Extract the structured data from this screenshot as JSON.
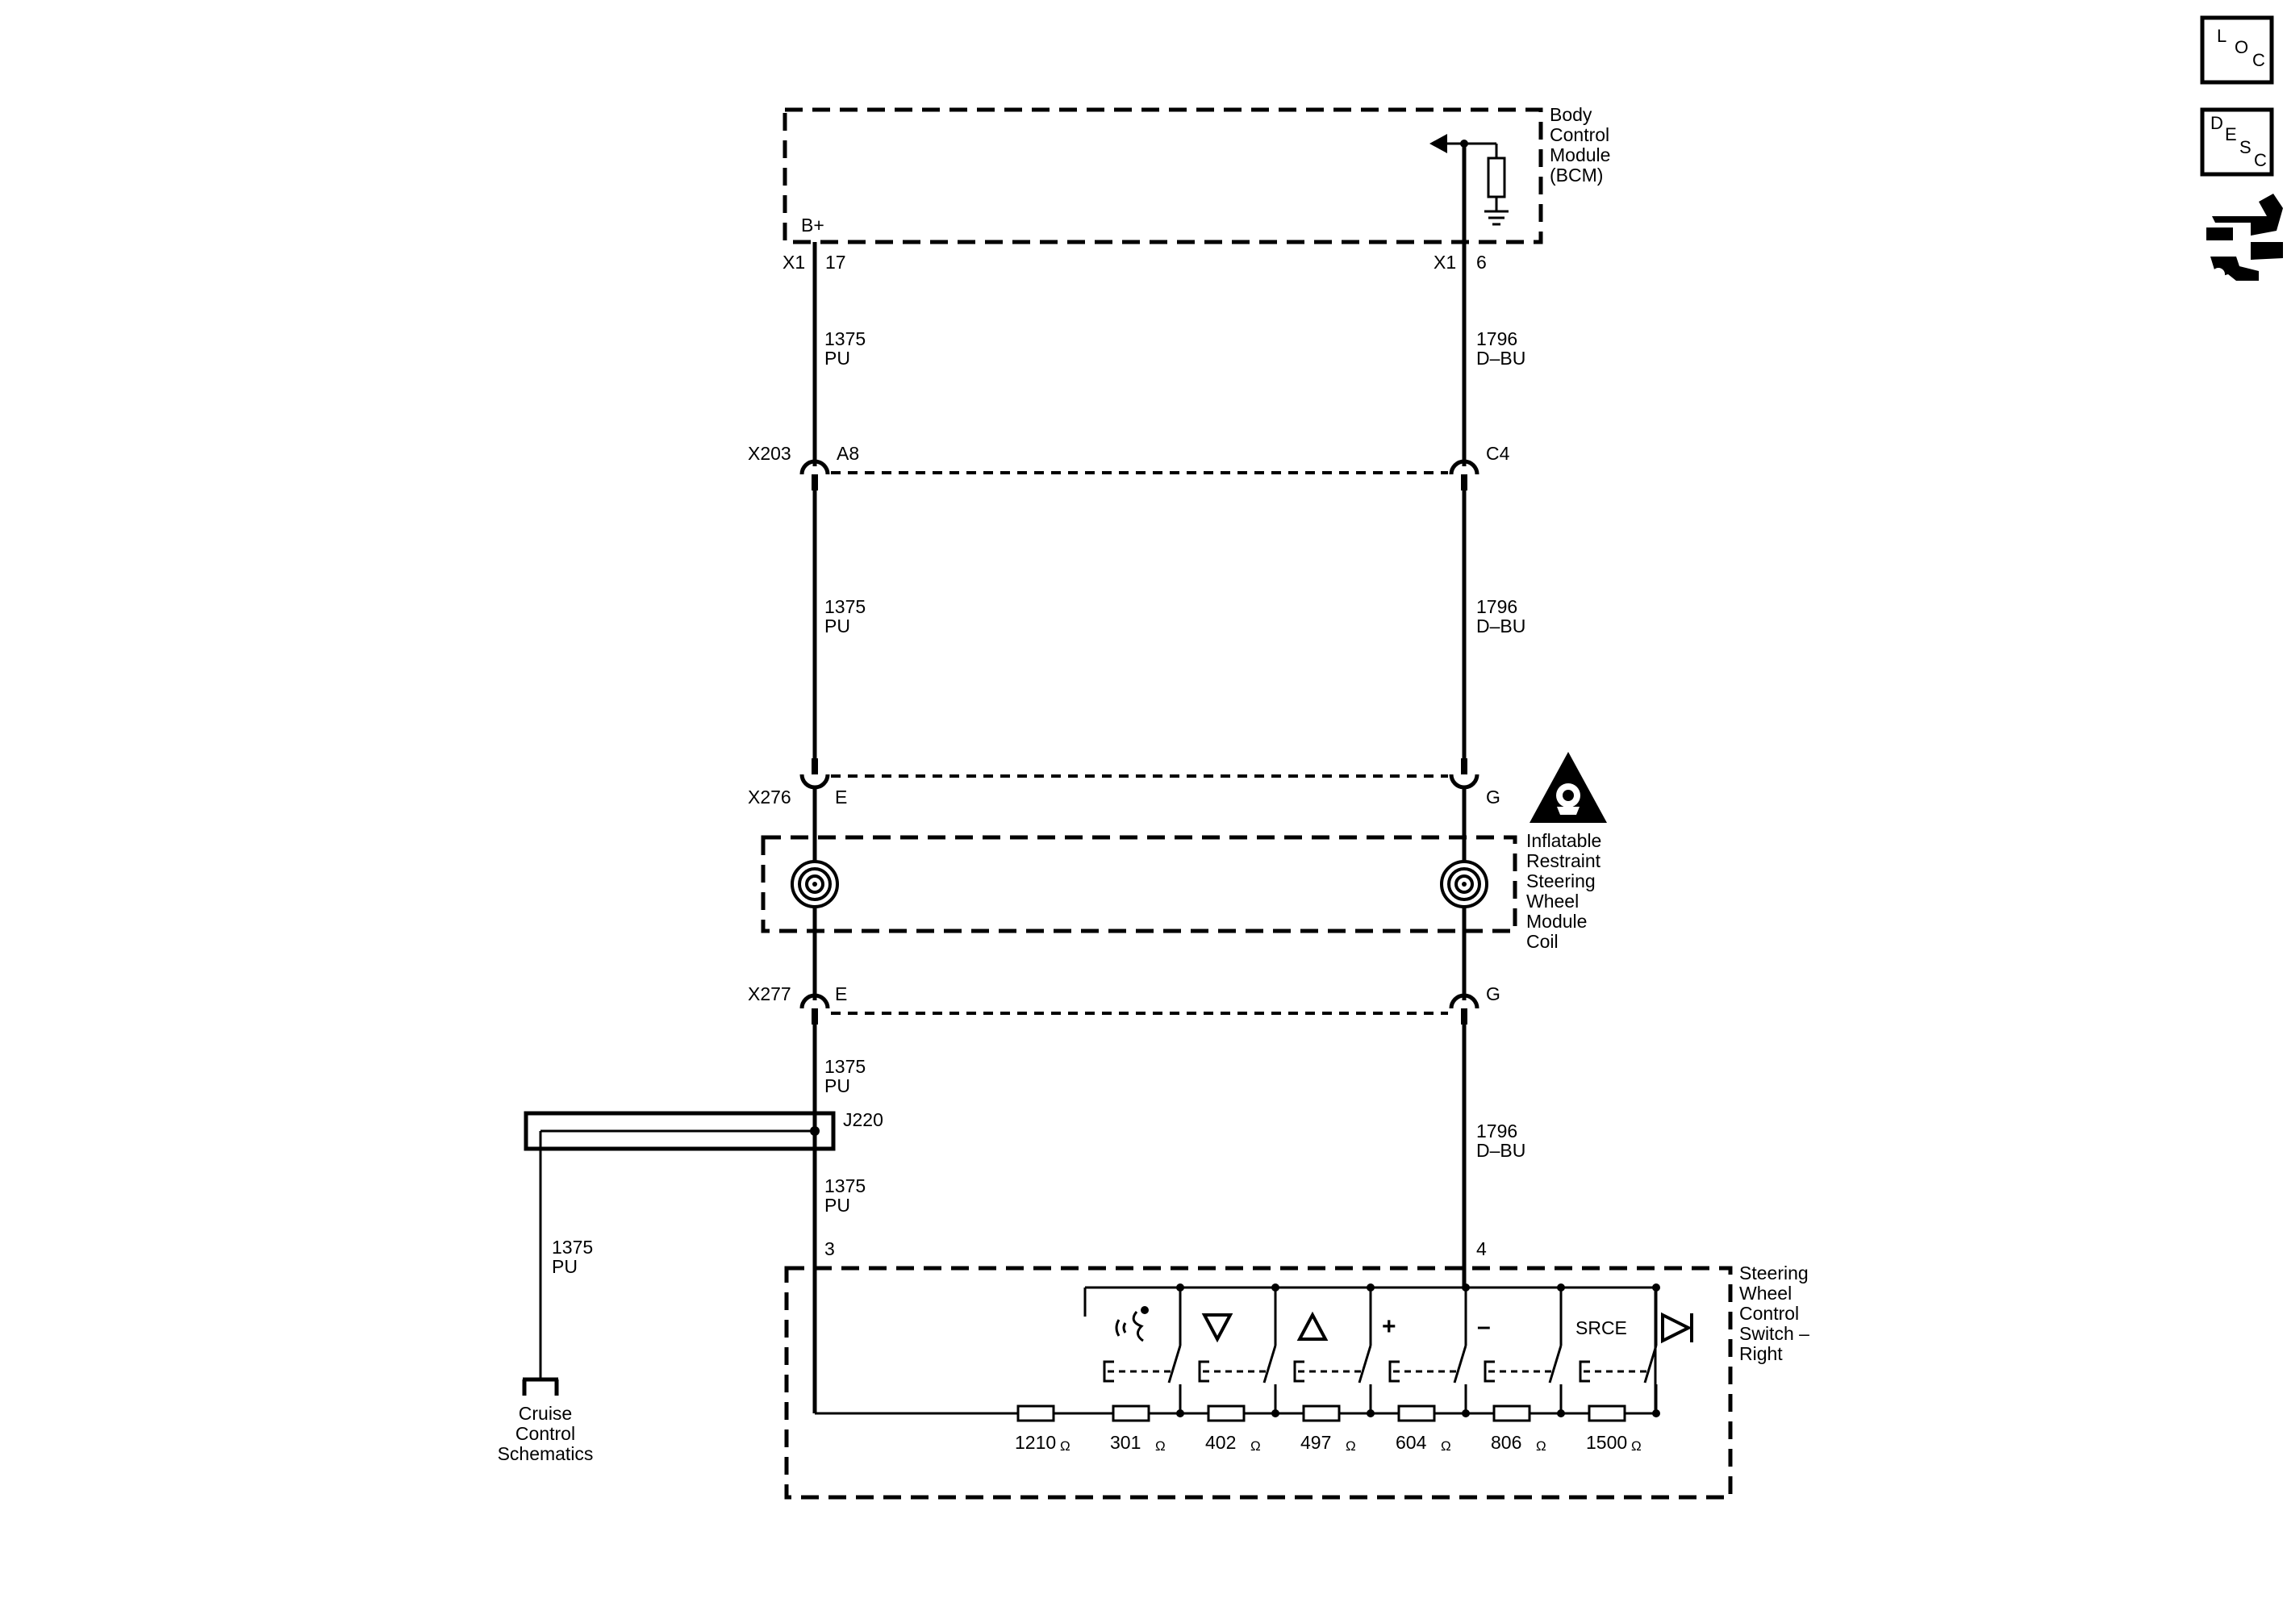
{
  "nav": {
    "loc": [
      "L",
      "O",
      "C"
    ],
    "desc": [
      "D",
      "E",
      "S",
      "C"
    ],
    "connector_icon": "connector-end-view-icon"
  },
  "bcm": {
    "name_lines": [
      "Body",
      "Control",
      "Module",
      "(BCM)"
    ],
    "bplus": "B+",
    "pin_left_conn": "X1",
    "pin_left_num": "17",
    "pin_right_conn": "X1",
    "pin_right_num": "6"
  },
  "wires": {
    "left_circuit": "1375",
    "left_color": "PU",
    "right_circuit": "1796",
    "right_color": "D–BU"
  },
  "connectors": {
    "x203": {
      "name": "X203",
      "left_pin": "A8",
      "right_pin": "C4"
    },
    "x276": {
      "name": "X276",
      "left_pin": "E",
      "right_pin": "G"
    },
    "x277": {
      "name": "X277",
      "left_pin": "E",
      "right_pin": "G"
    }
  },
  "coil": {
    "name_lines": [
      "Inflatable",
      "Restraint",
      "Steering",
      "Wheel",
      "Module",
      "Coil"
    ],
    "warning_icon": "airbag-warning-icon"
  },
  "splice": {
    "name": "J220"
  },
  "cruise": {
    "circuit": "1375",
    "color": "PU",
    "name_lines": [
      "Cruise",
      "Control",
      "Schematics"
    ]
  },
  "switch": {
    "name_lines": [
      "Steering",
      "Wheel",
      "Control",
      "Switch –",
      "Right"
    ],
    "pin_left": "3",
    "pin_right": "4",
    "buttons": [
      {
        "icon": "voice-recognition-icon",
        "label": ""
      },
      {
        "icon": "triangle-down-icon",
        "label": ""
      },
      {
        "icon": "triangle-up-icon",
        "label": ""
      },
      {
        "icon": "plus-icon",
        "label": "+"
      },
      {
        "icon": "minus-icon",
        "label": "–"
      },
      {
        "icon": "",
        "label": "SRCE"
      },
      {
        "icon": "play-icon",
        "label": ""
      }
    ],
    "resistors": [
      "1210",
      "301",
      "402",
      "497",
      "604",
      "806",
      "1500"
    ],
    "ohm": "Ω"
  }
}
